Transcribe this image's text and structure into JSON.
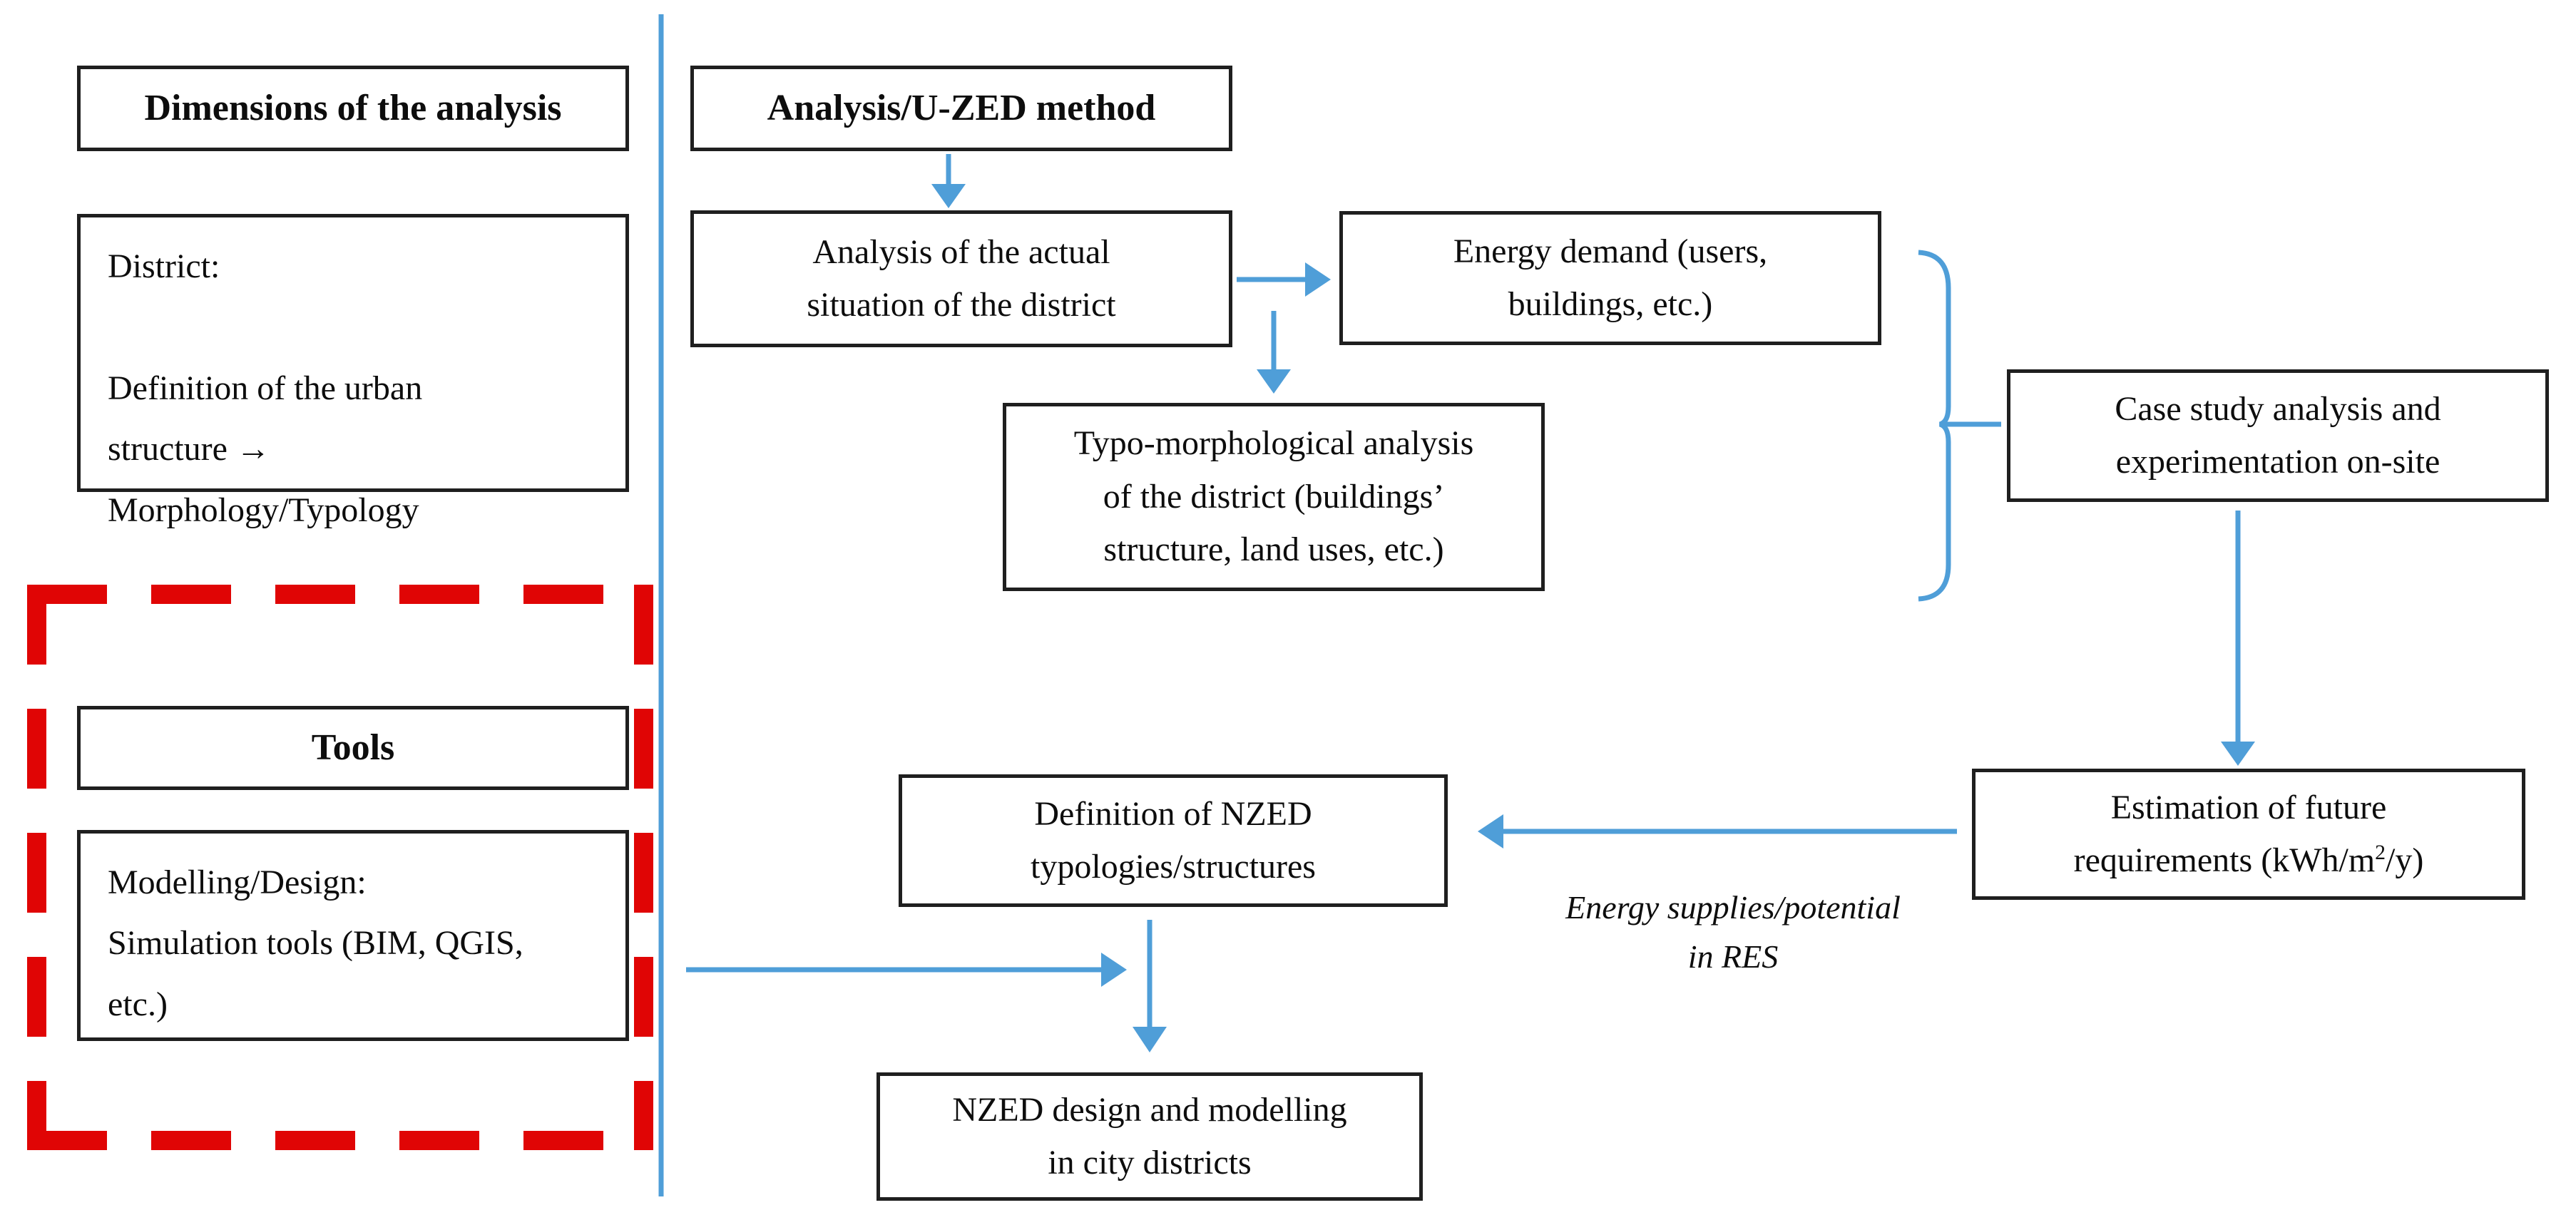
{
  "left_column": {
    "header": "Dimensions of the analysis",
    "district_box": "District:\n\nDefinition of the urban\nstructure →\nMorphology/Typology",
    "tools_header": "Tools",
    "modelling_box": "Modelling/Design:\nSimulation tools (BIM, QGIS,\netc.)"
  },
  "flow": {
    "header": "Analysis/U-ZED method",
    "analysis_box": "Analysis of the actual\nsituation of the district",
    "energy_box": "Energy demand (users,\nbuildings, etc.)",
    "typo_box": "Typo-morphological analysis\nof the district (buildings’\nstructure, land uses, etc.)",
    "case_box": "Case study analysis and\nexperimentation on-site",
    "estimation_box": {
      "pre": "Estimation of future\nrequirements (kWh/m",
      "sup": "2",
      "post": "/y)"
    },
    "definition_box": "Definition of NZED\ntypologies/structures",
    "nzed_box": "NZED design and modelling\nin city districts",
    "res_label": "Energy supplies/potential\nin RES"
  },
  "colors": {
    "arrow_blue": "#4f9ed8",
    "dashed_red": "#e00505",
    "box_border": "#1f1f1f"
  }
}
